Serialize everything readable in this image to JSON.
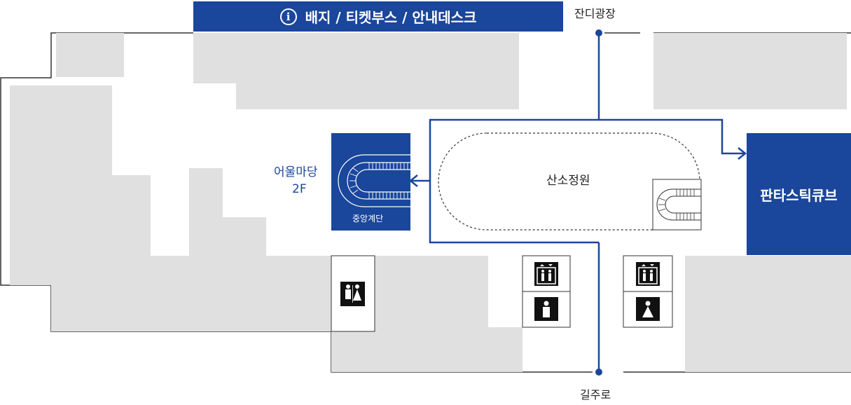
{
  "title_banner": {
    "icon": "info-icon",
    "label": "배지 / 티켓부스 / 안내데스크"
  },
  "entrances": {
    "north": "잔디광장",
    "south": "길주로"
  },
  "areas": {
    "garden": "산소정원",
    "plaza": {
      "name": "어울마당",
      "floor": "2F"
    },
    "stairs": "중앙계단",
    "fantastic_cube": "판타스틱큐브"
  },
  "icons": {
    "restroom_west": "restroom-icon",
    "elevator_1": "elevator-icon",
    "elevator_2": "elevator-icon",
    "male_restroom": "male-restroom-icon",
    "female_restroom": "female-restroom-icon",
    "escalator": "escalator-icon",
    "central_stairs": "stairs-icon"
  },
  "colors": {
    "brand": "#1a469b",
    "room": "#e0e0e0",
    "outline": "#333333",
    "route": "#1a469b"
  }
}
